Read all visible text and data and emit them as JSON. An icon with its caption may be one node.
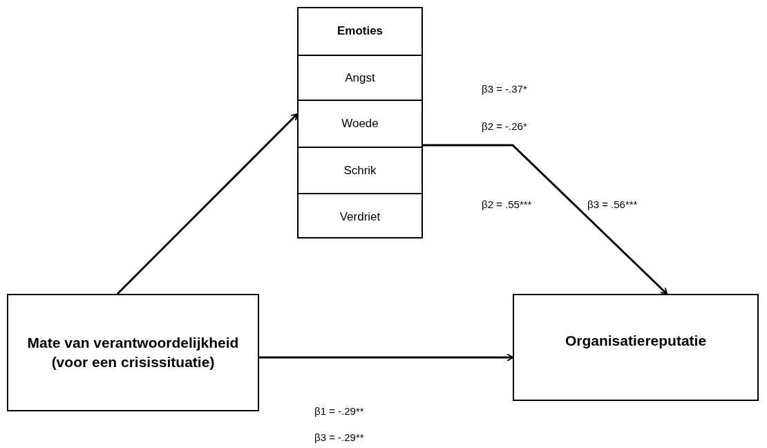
{
  "diagram": {
    "nodes": [
      {
        "text": [
          "Emoties"
        ]
      },
      {
        "text": [
          "Angst"
        ],
        "in": 0
      },
      {
        "text": [
          "Woede"
        ],
        "in": 0
      },
      {
        "text": [
          "Schrik"
        ],
        "in": 0
      },
      {
        "text": [
          "Verdriet"
        ],
        "in": 0
      },
      {
        "text": [
          "Mate van verantwoordelijkheid (voor een crisissituatie)"
        ]
      },
      {
        "text": [
          "Organisatiereputatie"
        ]
      }
    ],
    "edges": [
      {
        "from": 5,
        "to": 0,
        "arrow": "to"
      },
      {
        "from": 0,
        "to": 6,
        "arrow": "to"
      },
      {
        "from": 5,
        "to": 6,
        "arrow": "to"
      }
    ],
    "labels": [
      "β3 = -.37*",
      "β2 = -.26*",
      "β2 = .55***",
      "β3 = .56***",
      "β1 = -.29**",
      "β3 = -.29**"
    ]
  }
}
